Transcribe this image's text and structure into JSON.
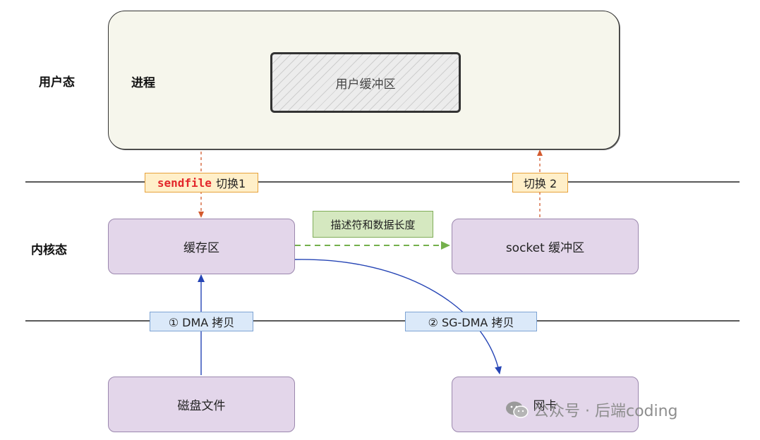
{
  "layers": {
    "user": "用户态",
    "kernel": "内核态"
  },
  "process": {
    "label": "进程",
    "buffer": "用户缓冲区"
  },
  "kernel_boxes": {
    "cache": "缓存区",
    "socket": "socket 缓冲区",
    "disk": "磁盘文件",
    "nic": "网卡"
  },
  "badges": {
    "sendfile_keyword": "sendfile",
    "switch1": "切换1",
    "switch2": "切换 2",
    "descriptor": "描述符和数据长度",
    "dma": "① DMA 拷贝",
    "sgdma": "② SG-DMA 拷贝"
  },
  "watermark": {
    "text": "公众号 · 后端coding",
    "icon": "wechat-icon"
  },
  "colors": {
    "kernel_box_fill": "#e3d6ea",
    "process_fill": "#f6f6ec",
    "switch_arrow": "#d35a2e",
    "dma_arrow": "#2645b5",
    "descriptor_arrow": "#74b04c"
  }
}
